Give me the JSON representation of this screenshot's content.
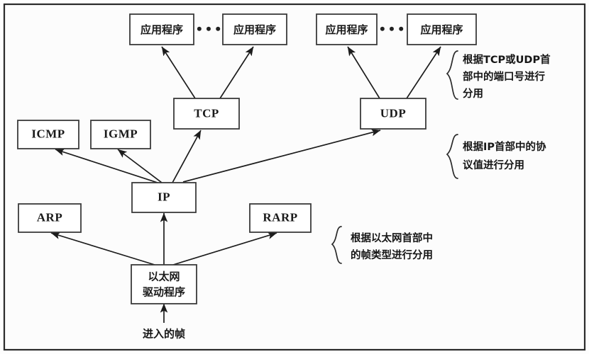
{
  "figure": {
    "title": "Ethernet frame demultiplexing diagram",
    "background_color": "#fdfdfd",
    "line_color": "#1c1c1c",
    "box_fill": "#ffffff",
    "ellipsis": "• • •"
  },
  "nodes": {
    "app1": {
      "label": "应用程序"
    },
    "app2": {
      "label": "应用程序"
    },
    "app3": {
      "label": "应用程序"
    },
    "app4": {
      "label": "应用程序"
    },
    "tcp": {
      "label": "TCP"
    },
    "udp": {
      "label": "UDP"
    },
    "icmp": {
      "label": "ICMP"
    },
    "igmp": {
      "label": "IGMP"
    },
    "ip": {
      "label": "IP"
    },
    "arp": {
      "label": "ARP"
    },
    "rarp": {
      "label": "RARP"
    },
    "ethernet_driver": {
      "line1": "以太网",
      "line2": "驱动程序"
    }
  },
  "annotations": [
    {
      "id": "port-demux",
      "lines": [
        "根据TCP或UDP首",
        "部中的端口号进行",
        "分用"
      ]
    },
    {
      "id": "protocol-demux",
      "lines": [
        "根据IP首部中的协",
        "议值进行分用"
      ]
    },
    {
      "id": "frametype-demux",
      "lines": [
        "根据以太网首部中",
        "的帧类型进行分用"
      ]
    }
  ],
  "caption": {
    "incoming_frame": "进入的帧"
  }
}
